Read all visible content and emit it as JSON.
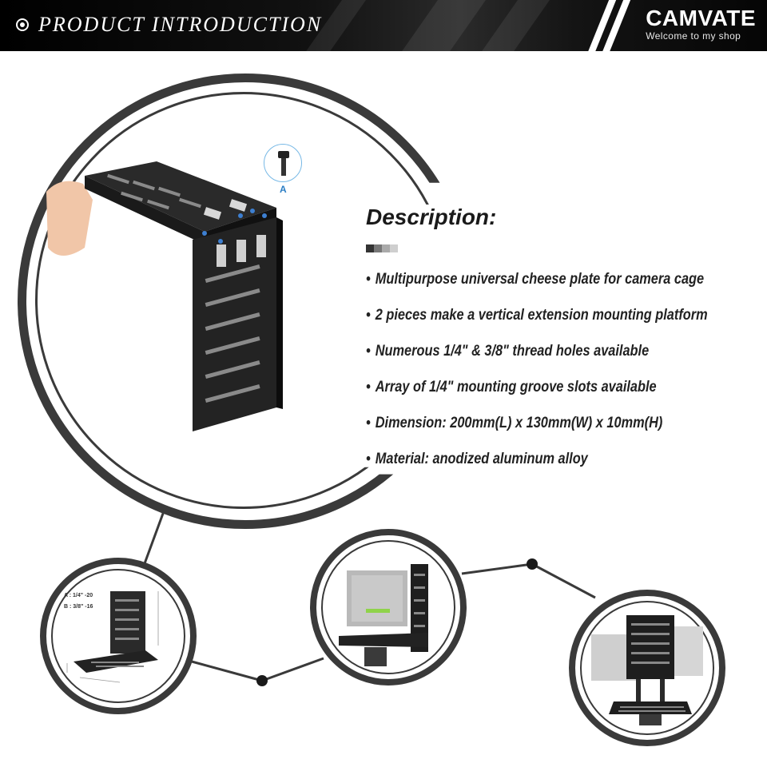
{
  "header": {
    "title": "PRODUCT INTRODUCTION",
    "brand_name": "CAMVATE",
    "brand_tagline": "Welcome to my shop",
    "icon": "target-icon"
  },
  "screw_callout": {
    "label": "A"
  },
  "description": {
    "title": "Description:",
    "bar_colors": [
      "#333333",
      "#777777",
      "#aaaaaa",
      "#cfcfcf"
    ],
    "bullet": "•",
    "items": [
      "Multipurpose universal cheese plate for camera cage",
      "2 pieces make a vertical extension mounting platform",
      "Numerous 1/4\" & 3/8\" thread holes available",
      "Array of 1/4\" mounting groove slots available",
      "Dimension: 200mm(L) x 130mm(W) x 10mm(H)",
      "Material: anodized aluminum alloy"
    ]
  },
  "spec_labels": {
    "a": "A : 1/4\" -20",
    "b": "B : 3/8\" -16"
  },
  "colors": {
    "ring": "#3a3a3a",
    "banner": "#000000",
    "plate": "#1e1e1e",
    "accent_blue": "#2a7dc4"
  }
}
